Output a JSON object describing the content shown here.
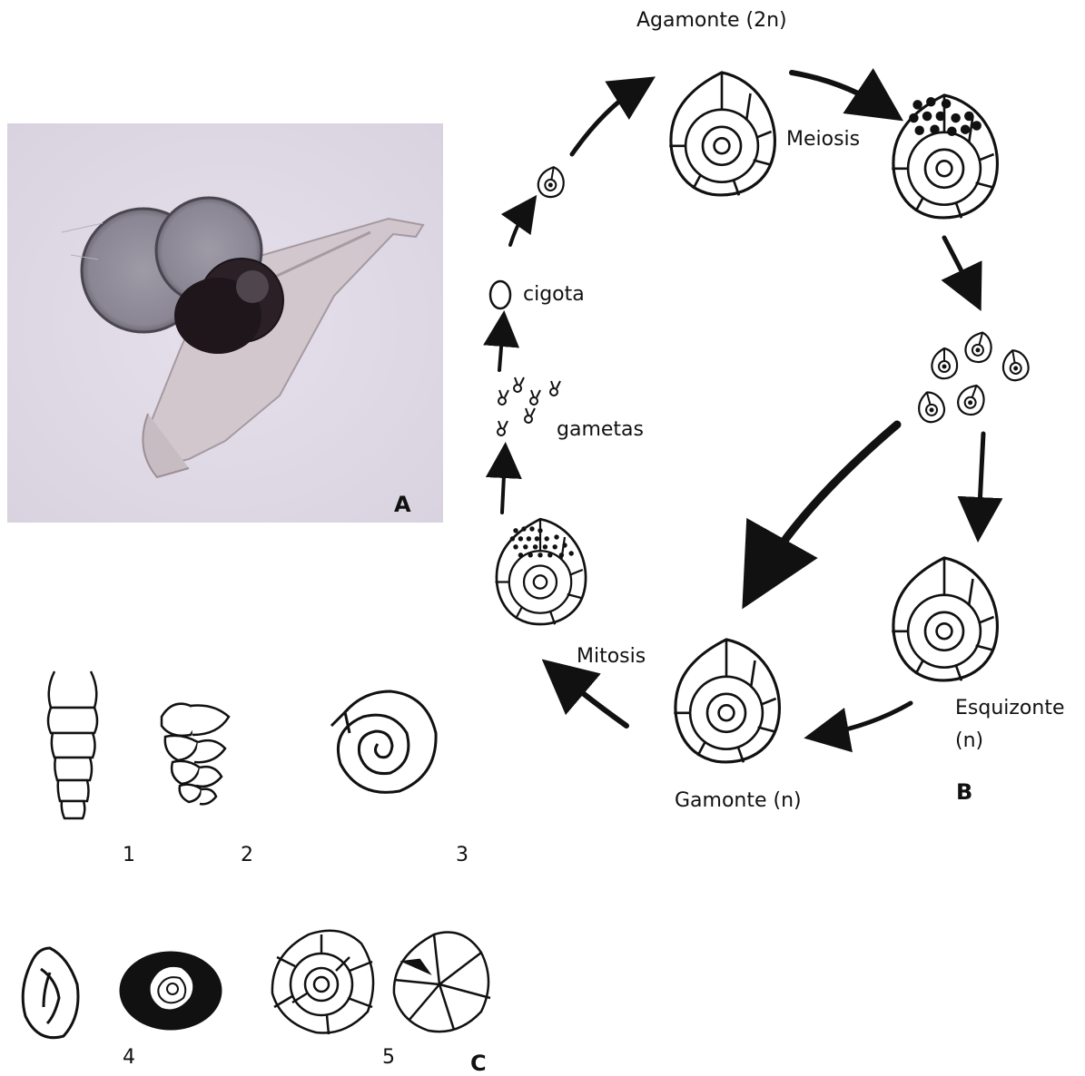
{
  "panel_a": {
    "letter": "A"
  },
  "panel_b": {
    "letter": "B",
    "labels": {
      "agamonte": "Agamonte (2n)",
      "meiosis": "Meiosis",
      "cigota": "cigota",
      "gametas": "gametas",
      "mitosis": "Mitosis",
      "esquizonte_line1": "Esquizonte",
      "esquizonte_line2": "(n)",
      "gamonte": "Gamonte (n)"
    }
  },
  "panel_c": {
    "letter": "C",
    "numbers": [
      "1",
      "2",
      "3",
      "4",
      "5"
    ]
  }
}
